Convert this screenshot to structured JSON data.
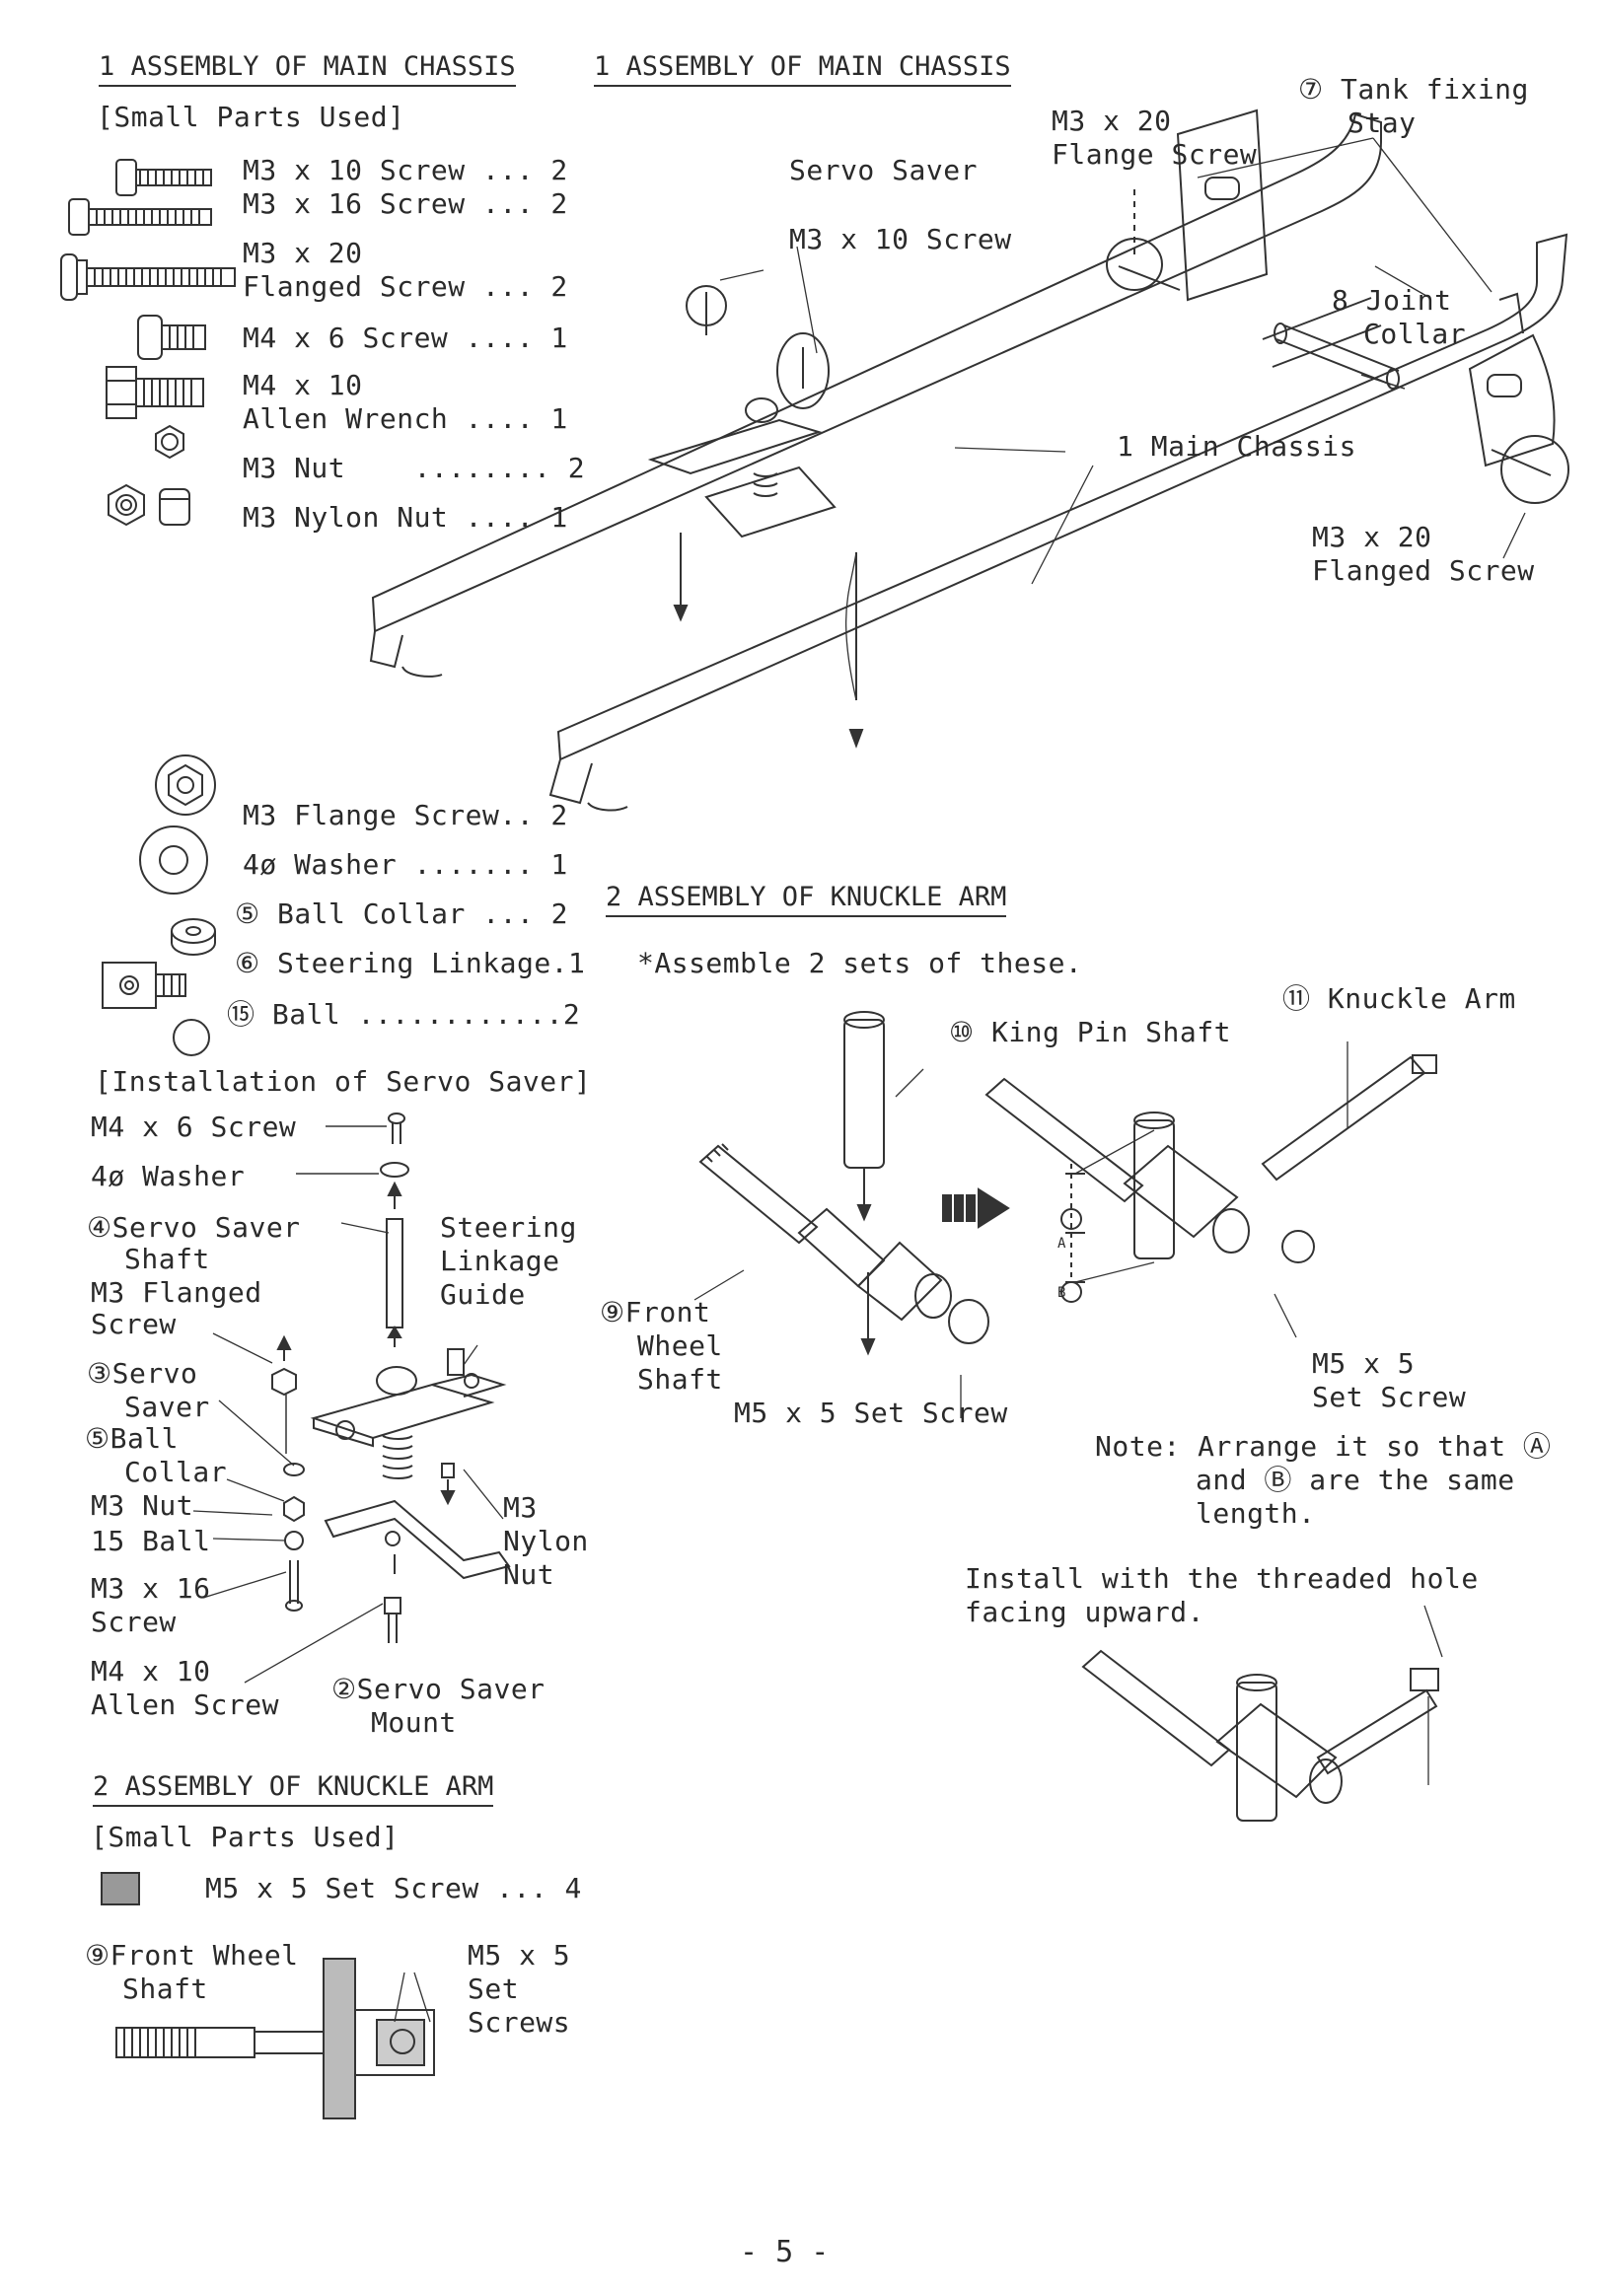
{
  "left": {
    "section1_heading": "1 ASSEMBLY OF MAIN CHASSIS",
    "small_parts_1": "[Small Parts Used]",
    "parts_1": [
      "M3 x 10 Screw ... 2",
      "M3 x 16 Screw ... 2",
      "M3 x 20",
      "Flanged Screw ... 2",
      "M4 x 6 Screw .... 1",
      "M4 x 10",
      "Allen Wrench .... 1",
      "M3 Nut    ........ 2",
      "M3 Nylon Nut .... 1"
    ],
    "parts_2": [
      "M3 Flange Screw.. 2",
      "4ø Washer ....... 1",
      "⑤ Ball Collar ... 2",
      "⑥ Steering Linkage.1",
      "⑮ Ball ............2"
    ],
    "install_heading": "[Installation of Servo Saver]",
    "install_labels": [
      "M4 x 6 Screw",
      "4ø Washer",
      "④Servo Saver",
      "Shaft",
      "M3 Flanged",
      "Screw",
      "③Servo",
      "Saver",
      "⑤Ball",
      "Collar",
      "M3 Nut",
      "15 Ball",
      "M3 x 16",
      "Screw",
      "M4 x 10",
      "Allen Screw",
      "Steering",
      "Linkage",
      "Guide",
      "M3",
      "Nylon",
      "Nut",
      "②Servo Saver",
      "Mount"
    ],
    "section2_heading": "2 ASSEMBLY OF KNUCKLE ARM",
    "small_parts_2": "[Small Parts Used]",
    "set_screw_part": "M5 x 5 Set Screw ... 4",
    "fw_label_1": "⑨Front Wheel",
    "fw_label_2": "Shaft",
    "m5_label_1": "M5 x 5",
    "m5_label_2": "Set",
    "m5_label_3": "Screws"
  },
  "right": {
    "section1_heading": "1 ASSEMBLY OF MAIN CHASSIS",
    "labels": {
      "servo_saver": "Servo Saver",
      "m3x10": "M3 x 10 Screw",
      "m3x20_1": "M3 x 20",
      "m3x20_2": "Flange Screw",
      "tank_1": "⑦ Tank fixing",
      "tank_2": "Stay",
      "joint_1": "8 Joint",
      "joint_2": "Collar",
      "main_chassis": "1 Main Chassis",
      "flanged_1": "M3 x 20",
      "flanged_2": "Flanged Screw"
    },
    "section2_heading": "2 ASSEMBLY OF KNUCKLE ARM",
    "assemble_note": "*Assemble 2 sets of these.",
    "king_pin": "⑩ King Pin Shaft",
    "knuckle_arm": "⑪ Knuckle Arm",
    "front_wheel_1": "⑨Front",
    "front_wheel_2": "Wheel",
    "front_wheel_3": "Shaft",
    "m5x5_set": "M5 x 5 Set Screw",
    "m5x5_1": "M5 x 5",
    "m5x5_2": "Set Screw",
    "note_1": "Note: Arrange it so that Ⓐ",
    "note_2": "and Ⓑ are the same",
    "note_3": "length.",
    "install_1": "Install with the threaded hole",
    "install_2": "facing upward.",
    "dim_a": "A",
    "dim_b": "B"
  },
  "page_number": "- 5 -"
}
